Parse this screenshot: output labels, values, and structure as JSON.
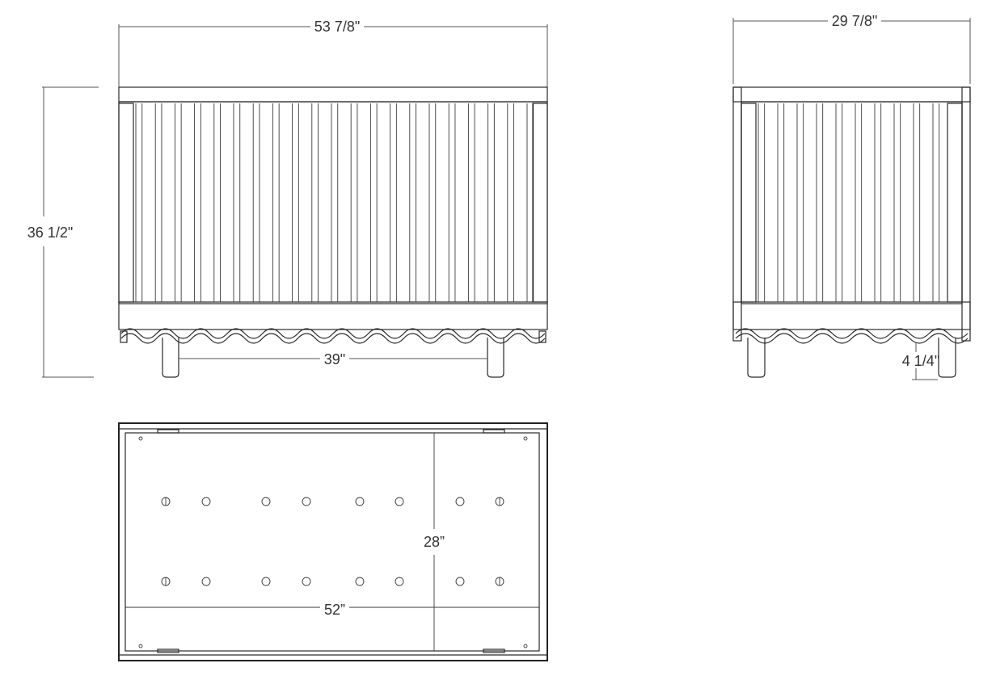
{
  "front_view": {
    "width_label": "53 7/8\"",
    "height_label": "36 1/2\"",
    "leg_span_label": "39\""
  },
  "side_view": {
    "depth_label": "29 7/8\"",
    "leg_height_label": "4 1/4\""
  },
  "top_view": {
    "inner_depth_label": "28”",
    "inner_width_label": "52”"
  }
}
